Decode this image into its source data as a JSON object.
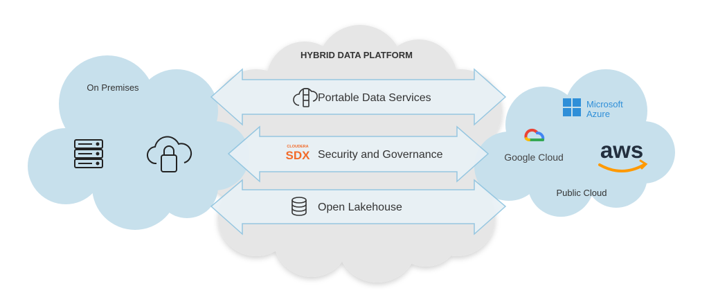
{
  "platform": {
    "title": "HYBRID DATA PLATFORM",
    "services": [
      {
        "label": "Portable Data Services",
        "icon": "cloud-server-icon"
      },
      {
        "label": "Security and Governance",
        "icon": "cloudera-sdx-logo",
        "logo_small": "CLOUDERA",
        "logo_big": "SDX"
      },
      {
        "label": "Open Lakehouse",
        "icon": "database-icon"
      }
    ]
  },
  "on_premises": {
    "label": "On Premises",
    "icons": [
      "server-rack-icon",
      "cloud-lock-icon"
    ]
  },
  "public_cloud": {
    "label": "Public Cloud",
    "providers": {
      "azure_line1": "Microsoft",
      "azure_line2": "Azure",
      "google": "Google Cloud",
      "aws": "aws"
    }
  },
  "colors": {
    "cloud_blue": "#c7e0ec",
    "cloud_gray": "#e6e6e6",
    "arrow_fill": "#e9f1f6",
    "arrow_stroke": "#8fc4e0",
    "text": "#3a3a3a",
    "azure": "#2f8fd8",
    "aws_orange": "#ff9900",
    "sdx_orange": "#f26b2a"
  }
}
